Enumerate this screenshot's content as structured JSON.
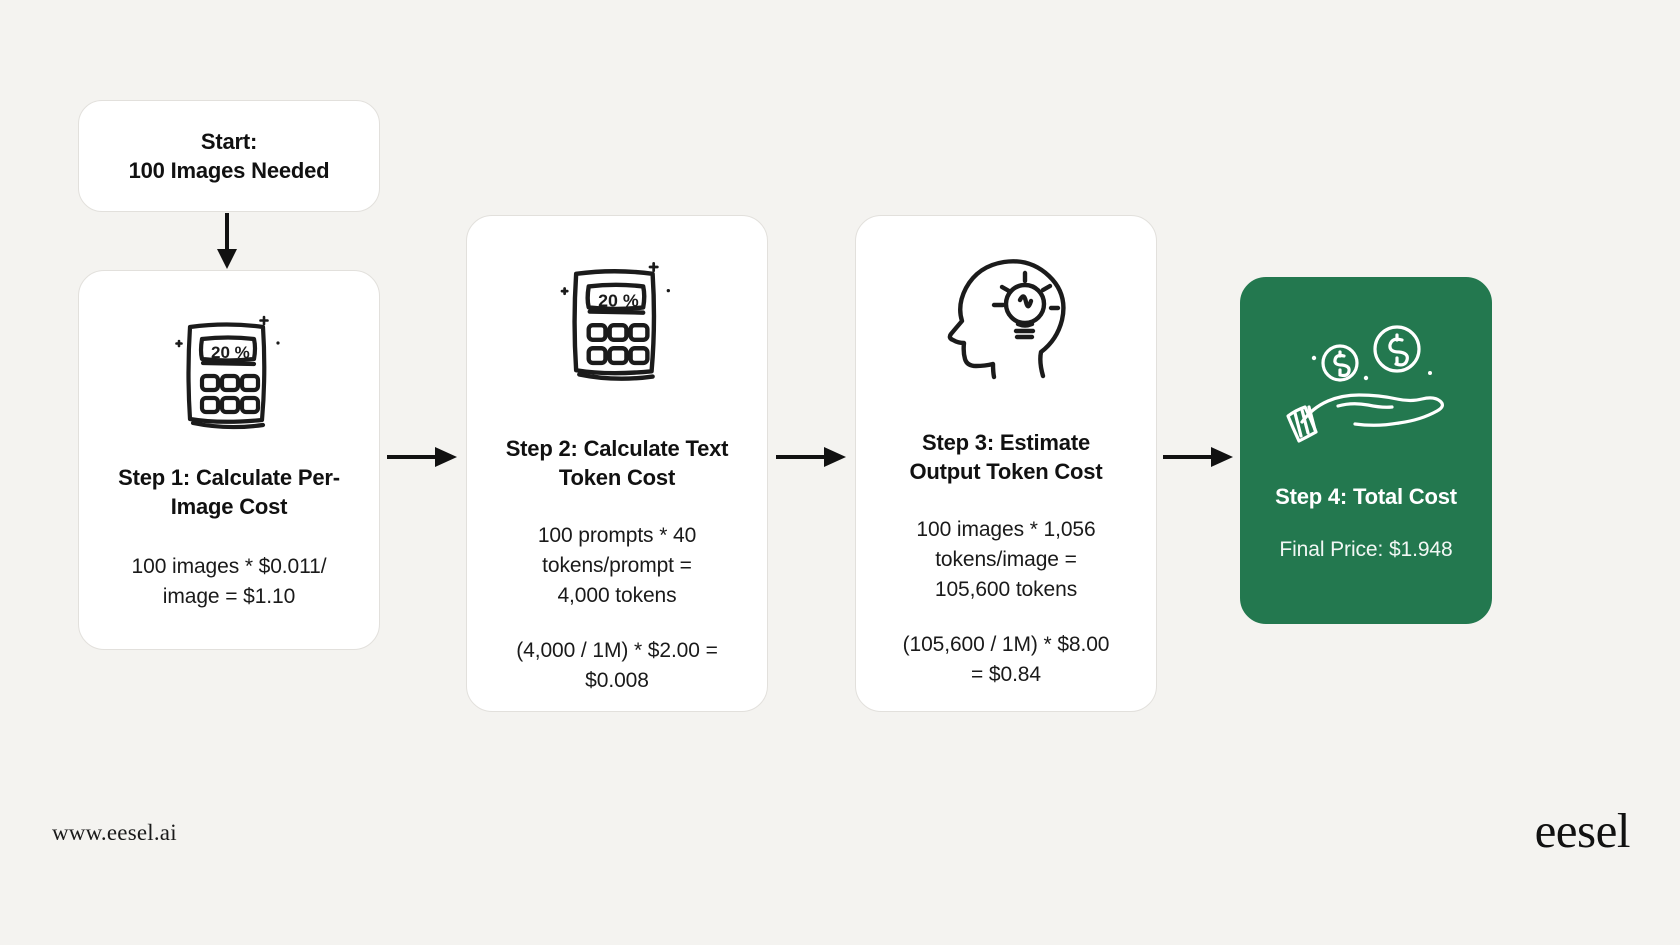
{
  "page": {
    "background_color": "#f4f3f0",
    "footer_url": "www.eesel.ai",
    "brand_logo_text": "eesel",
    "accent_green": "#23784f",
    "card_background": "#ffffff",
    "text_color": "#111111"
  },
  "flow": {
    "start": {
      "title_line1": "Start:",
      "title_line2": "100 Images Needed",
      "icon": "none"
    },
    "steps": [
      {
        "id": "step-1",
        "icon": "calculator-icon",
        "icon_display": "20 %",
        "title_line1": "Step 1: Calculate Per-",
        "title_line2": "Image Cost",
        "body": [
          "100 images * $0.011/\nimage = $1.10"
        ],
        "body_line1": "100 images * $0.011/",
        "body_line2": "image = $1.10",
        "body2_line1": "",
        "body2_line2": "",
        "style": "white"
      },
      {
        "id": "step-2",
        "icon": "calculator-icon",
        "icon_display": "20 %",
        "title_line1": "Step 2: Calculate Text",
        "title_line2": "Token Cost",
        "body_line1": "100 prompts * 40",
        "body_line2": "tokens/prompt =",
        "body_line3": "4,000 tokens",
        "body2_line1": "(4,000 / 1M) * $2.00 =",
        "body2_line2": "$0.008",
        "style": "white"
      },
      {
        "id": "step-3",
        "icon": "head-lightbulb-icon",
        "title_line1": "Step 3: Estimate",
        "title_line2": "Output Token Cost",
        "body_line1": "100 images * 1,056",
        "body_line2": "tokens/image =",
        "body_line3": "105,600 tokens",
        "body2_line1": "(105,600 / 1M) * $8.00",
        "body2_line2": "= $0.84",
        "style": "white"
      },
      {
        "id": "step-4",
        "icon": "hand-with-coins-icon",
        "title_line1": "Step 4: Total Cost",
        "body_line1": "Final Price: $1.948",
        "style": "green"
      }
    ],
    "arrows": [
      {
        "name": "arrow-start-to-step1",
        "direction": "down"
      },
      {
        "name": "arrow-step1-to-step2",
        "direction": "right"
      },
      {
        "name": "arrow-step2-to-step3",
        "direction": "right"
      },
      {
        "name": "arrow-step3-to-step4",
        "direction": "right"
      }
    ]
  }
}
